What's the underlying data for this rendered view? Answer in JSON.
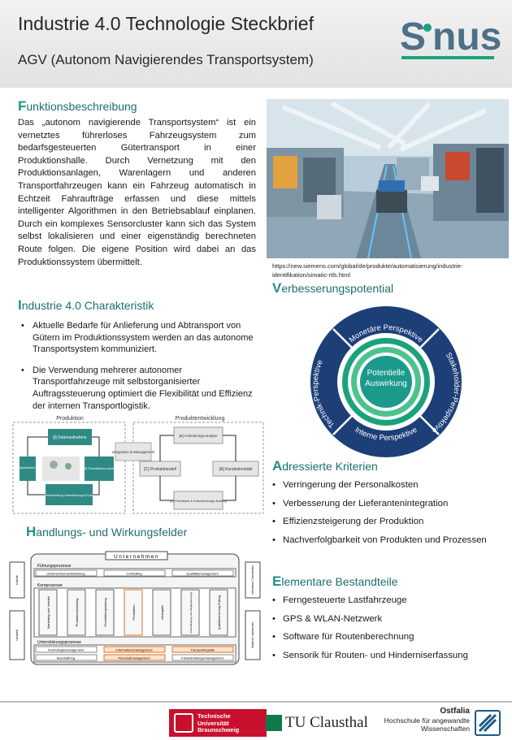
{
  "header": {
    "title": "Industrie 4.0 Technologie Steckbrief",
    "subtitle": "AGV (Autonom Navigierendes Transportsystem)"
  },
  "logo": {
    "brand": "Sinus"
  },
  "funktion": {
    "first": "F",
    "rest": "unktionsbeschreibung",
    "text": "Das „autonom navigierende Transportsystem“ ist ein vernetztes führerloses Fahrzeugsystem zum bedarfsgesteuerten Gütertransport in einer Produktionshalle. Durch Vernetzung mit den Produktionsanlagen, Warenlagern und anderen Transportfahrzeugen kann ein Fahrzeug automatisch in Echtzeit Fahraufträge erfassen und diese mittels intelligenter Algorithmen in den Betriebsablauf einplanen. Durch ein komplexes Sensorcluster kann sich das System selbst lokalisieren und einer eigenständig berechneten Route folgen. Die eigene Position wird dabei an das Produktionssystem übermittelt."
  },
  "photo": {
    "source": "https://new.siemens.com/global/de/produkte/automatisierung/industrie-identifikation/simatic-rtls.html"
  },
  "charakteristik": {
    "first": "I",
    "rest": "ndustrie 4.0 Charakteristik",
    "items": [
      "Aktuelle Bedarfe für Anlieferung und Abtransport von Gütern im Produktionssystem werden an das autonome Transportsystem kommuniziert.",
      "Die Verwendung mehrerer autonomer Transportfahrzeuge mit selbstorganisierter Auftragssteuerung optimiert die Flexibilität und Effizienz der internen Transportlogistik."
    ]
  },
  "verbesserung": {
    "first": "V",
    "rest": "erbesserungspotential",
    "center": "Potentielle Auswirkung",
    "ring": [
      "Monetäre Perspektive",
      "Stakeholder-Perspektive",
      "Interne Perspektive",
      "Technik-Perspektive"
    ]
  },
  "diagram1": {
    "left_title": "Produktion",
    "right_title": "Produktentwicklung",
    "b1": "[I] Datenaufnahme",
    "b2": "[II] Physikalische Welt",
    "b3": "[III] Produktions-modell",
    "b4": "[IV] Entscheidung Unterstützung & Kontrolle",
    "mid": "Integration & Management",
    "r1": "[B] Anforderungs-analyse",
    "r2": "[C] Produktmodell",
    "r3": "[A] Kundenkontakt",
    "r4": "[D] Feedback & Entscheidungs-findung"
  },
  "kriterien": {
    "first": "A",
    "rest": "dressierte Kriterien",
    "items": [
      "Verringerung der Personalkosten",
      "Verbesserung der Lieferantenintegration",
      "Effizienzsteigerung der Produktion",
      "Nachverfolgbarkeit von Produkten und Prozessen"
    ]
  },
  "handlung": {
    "first": "H",
    "rest": "andlungs- und Wirkungsfelder"
  },
  "diagram2": {
    "unternehmen": "Unternehmen",
    "fuehrung": "Führungsprozesse",
    "f1": "Unternehmensentwicklung",
    "f2": "Controlling",
    "f3": "Qualitätsmanagement",
    "kern": "Kernprozesse",
    "k": [
      "Marketing und Vertrieb",
      "Produktentwicklung",
      "Produktionsplanung",
      "Produktion",
      "Intralogistik",
      "Instandhaltung und Anlagenbetreuung",
      "Qualitätssicherung Prüfung"
    ],
    "unter": "Unterstützungsprozesse",
    "u1": "Technologiemanagement",
    "u2": "Informationsmanagement",
    "u3": "Transportlogistik",
    "u4": "Beschaffung",
    "u5": "Personalmanagement",
    "u6": "Instandhaltungsmanagement",
    "side_l1": "Kunde",
    "side_l2": "Umwelt",
    "side_r1": "Lieferanten / Dienstleister",
    "side_r2": "Staatliche Institutionen"
  },
  "bestandteile": {
    "first": "E",
    "rest": "lementare Bestandteile",
    "items": [
      "Ferngesteuerte Lastfahrzeuge",
      "GPS & WLAN-Netzwerk",
      "Software für Routenberechnung",
      "Sensorik für Routen- und Hinderniserfassung"
    ]
  },
  "footer": {
    "tu_name": "Technische Universität Braunschweig",
    "tuc": "TU Clausthal",
    "ostfalia_name": "Ostfalia",
    "ostfalia_sub": "Hochschule für angewandte Wissenschaften"
  },
  "colors": {
    "teal": "#22908a",
    "green": "#1aa37a",
    "navy": "#1d3f78",
    "slate": "#4d7088"
  }
}
